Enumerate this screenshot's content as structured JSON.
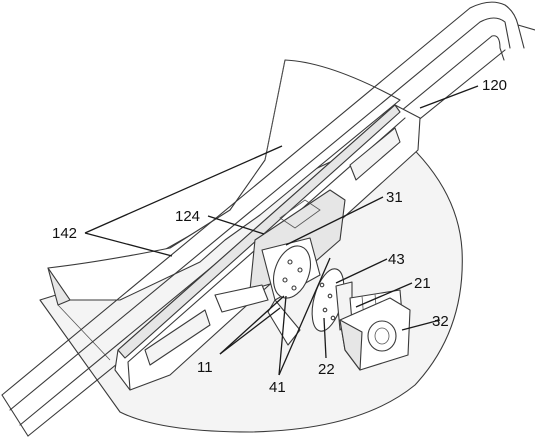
{
  "figure": {
    "labels": {
      "l120": "120",
      "l142": "142",
      "l124": "124",
      "l31": "31",
      "l43": "43",
      "l21": "21",
      "l32": "32",
      "l11": "11",
      "l41": "41",
      "l22": "22"
    },
    "colors": {
      "line": "#3a3a3a",
      "background": "#ffffff"
    }
  }
}
